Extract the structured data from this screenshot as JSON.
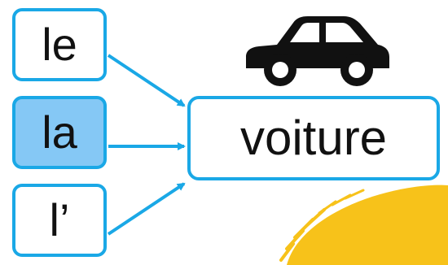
{
  "articles": [
    {
      "label": "le",
      "highlighted": false
    },
    {
      "label": "la",
      "highlighted": true
    },
    {
      "label": "l’",
      "highlighted": false
    }
  ],
  "noun": {
    "label": "voiture",
    "icon": "car-icon"
  },
  "colors": {
    "accent": "#1aa8e6",
    "highlight_fill": "#85c8f5",
    "decoration": "#f7c21a",
    "text": "#111111"
  }
}
